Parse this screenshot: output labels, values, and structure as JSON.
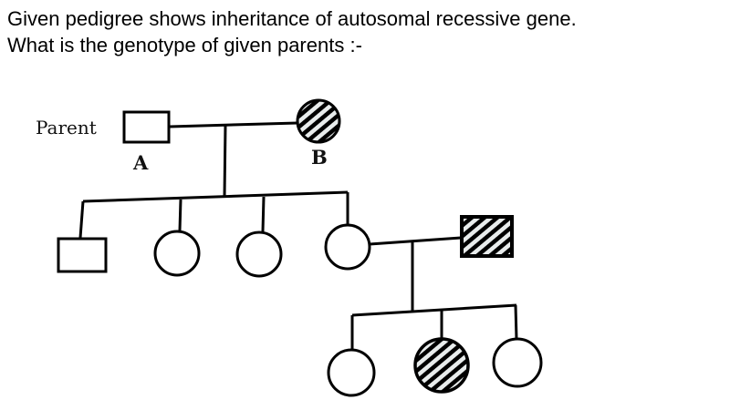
{
  "question": {
    "line1": "Given pedigree shows inheritance of autosomal recessive gene.",
    "line2": "What is the genotype of given parents :-"
  },
  "pedigree": {
    "generation_label": "Parent",
    "parent_a_label": "A",
    "parent_b_label": "B",
    "individuals": [
      {
        "id": "parent-a",
        "sex": "male",
        "affected": false
      },
      {
        "id": "parent-b",
        "sex": "female",
        "affected": true
      },
      {
        "id": "child-1",
        "sex": "male",
        "affected": false
      },
      {
        "id": "child-2",
        "sex": "female",
        "affected": false
      },
      {
        "id": "child-3",
        "sex": "female",
        "affected": false
      },
      {
        "id": "child-4",
        "sex": "female",
        "affected": false
      },
      {
        "id": "spouse",
        "sex": "male",
        "affected": true
      },
      {
        "id": "grandchild-1",
        "sex": "female",
        "affected": false
      },
      {
        "id": "grandchild-2",
        "sex": "female",
        "affected": true
      },
      {
        "id": "grandchild-3",
        "sex": "female",
        "affected": false
      }
    ],
    "colors": {
      "line": "#000000",
      "hatch_bg": "#e8ecec"
    }
  }
}
